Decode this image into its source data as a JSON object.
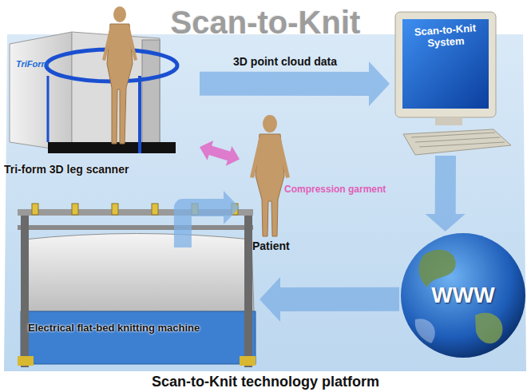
{
  "diagram": {
    "title": "Scan-to-Knit",
    "caption": "Scan-to-Knit technology platform",
    "nodes": [
      {
        "text": [
          "Tri-form 3D leg scanner"
        ]
      },
      {
        "text": [
          "Compression garment",
          "Patient"
        ]
      },
      {
        "text": [
          "Scan-to-Knit System"
        ]
      },
      {
        "text": [
          "WWW"
        ]
      },
      {
        "text": [
          "Electrical flat-bed knitting machine"
        ]
      }
    ],
    "edges": [
      {
        "from": 0,
        "to": 2,
        "label": "3D point cloud data",
        "arrow": "to"
      },
      {
        "from": 2,
        "to": 3,
        "arrow": "to"
      },
      {
        "from": 3,
        "to": 4,
        "arrow": "to"
      },
      {
        "from": 4,
        "to": 1,
        "arrow": "to"
      },
      {
        "from": 0,
        "to": 1,
        "arrow": "both"
      }
    ],
    "labels": [
      "TriForm"
    ]
  }
}
